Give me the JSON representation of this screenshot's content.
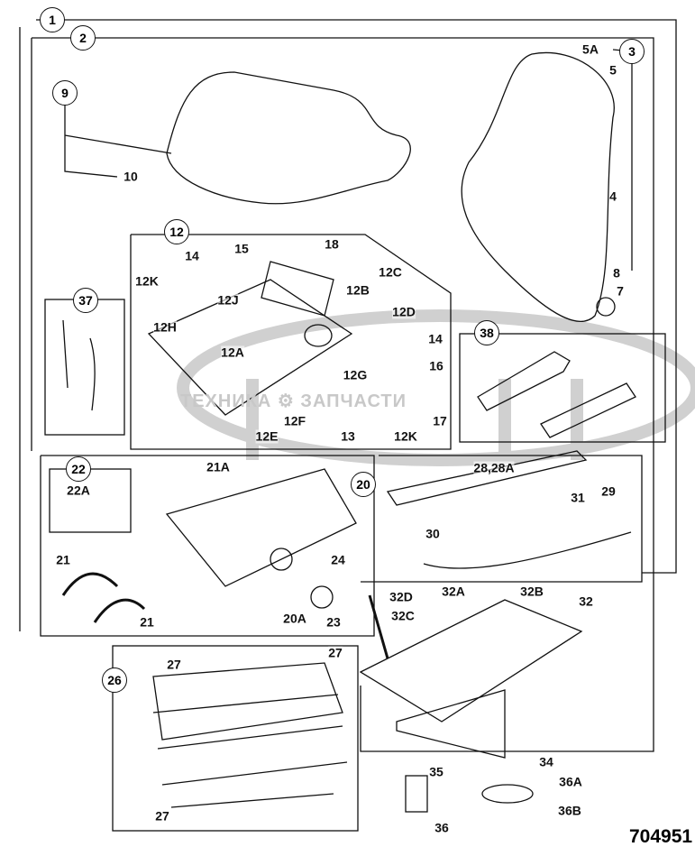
{
  "drawing_number": "704951",
  "watermark": "ТЕХНИКА ⚙ ЗАПЧАСТИ",
  "groups": [
    "1",
    "2",
    "3",
    "9",
    "12",
    "37",
    "38",
    "22",
    "20",
    "26"
  ],
  "labels": [
    "5A",
    "5",
    "10",
    "4",
    "8",
    "7",
    "14",
    "15",
    "18",
    "12K",
    "12C",
    "12B",
    "12J",
    "12D",
    "12H",
    "14",
    "12A",
    "16",
    "12G",
    "17",
    "12F",
    "12E",
    "13",
    "12K",
    "28,28A",
    "31",
    "29",
    "30",
    "22A",
    "21A",
    "21",
    "21",
    "24",
    "20A",
    "23",
    "32D",
    "32C",
    "32A",
    "32B",
    "32",
    "27",
    "27",
    "27",
    "34",
    "35",
    "36A",
    "36B",
    "36"
  ]
}
